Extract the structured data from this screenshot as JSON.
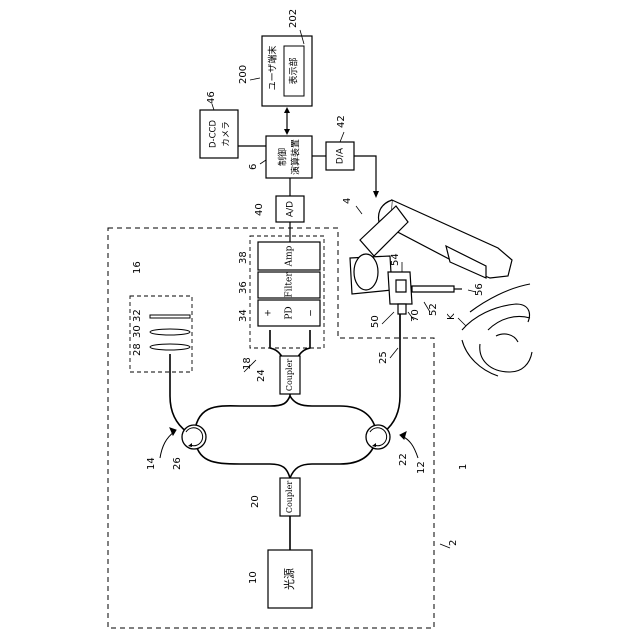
{
  "figure": {
    "labels": {
      "system": "1",
      "housing": "2",
      "robot_arm": "4",
      "controller_ref": "6",
      "light_source_ref": "10",
      "sample_arm_ref": "12",
      "reference_arm_ref": "14",
      "reference_optics_ref": "16",
      "detector_ref": "18",
      "coupler_main_ref": "20",
      "circulator_sample_ref": "22",
      "coupler_detect_ref": "24",
      "fiber_ref": "25",
      "circulator_ref_ref": "26",
      "lens1_ref": "28",
      "lens2_ref": "30",
      "mirror_ref": "32",
      "pd_ref": "34",
      "filter_ref": "36",
      "amp_ref": "38",
      "ad_ref": "40",
      "da_ref": "42",
      "camera_ref": "46",
      "probe_ref": "50",
      "probe_head_ref": "52",
      "probe_top_ref": "54",
      "needle_ref": "56",
      "probe_conn_ref": "70",
      "terminal_ref": "200",
      "display_ref": "202",
      "target": "K"
    },
    "boxes": {
      "light_source": "光源",
      "coupler_main": "Coupler",
      "coupler_detect": "Coupler",
      "pd": "PD",
      "pd_plus": "+",
      "pd_minus": "−",
      "filter": "Filter",
      "amp": "Amp",
      "ad": "A/D",
      "da": "D/A",
      "controller_line1": "制御",
      "controller_line2": "演算装置",
      "camera_line1": "D-CCD",
      "camera_line2": "カメラ",
      "terminal": "ユーザ端末",
      "display": "表示部"
    }
  }
}
